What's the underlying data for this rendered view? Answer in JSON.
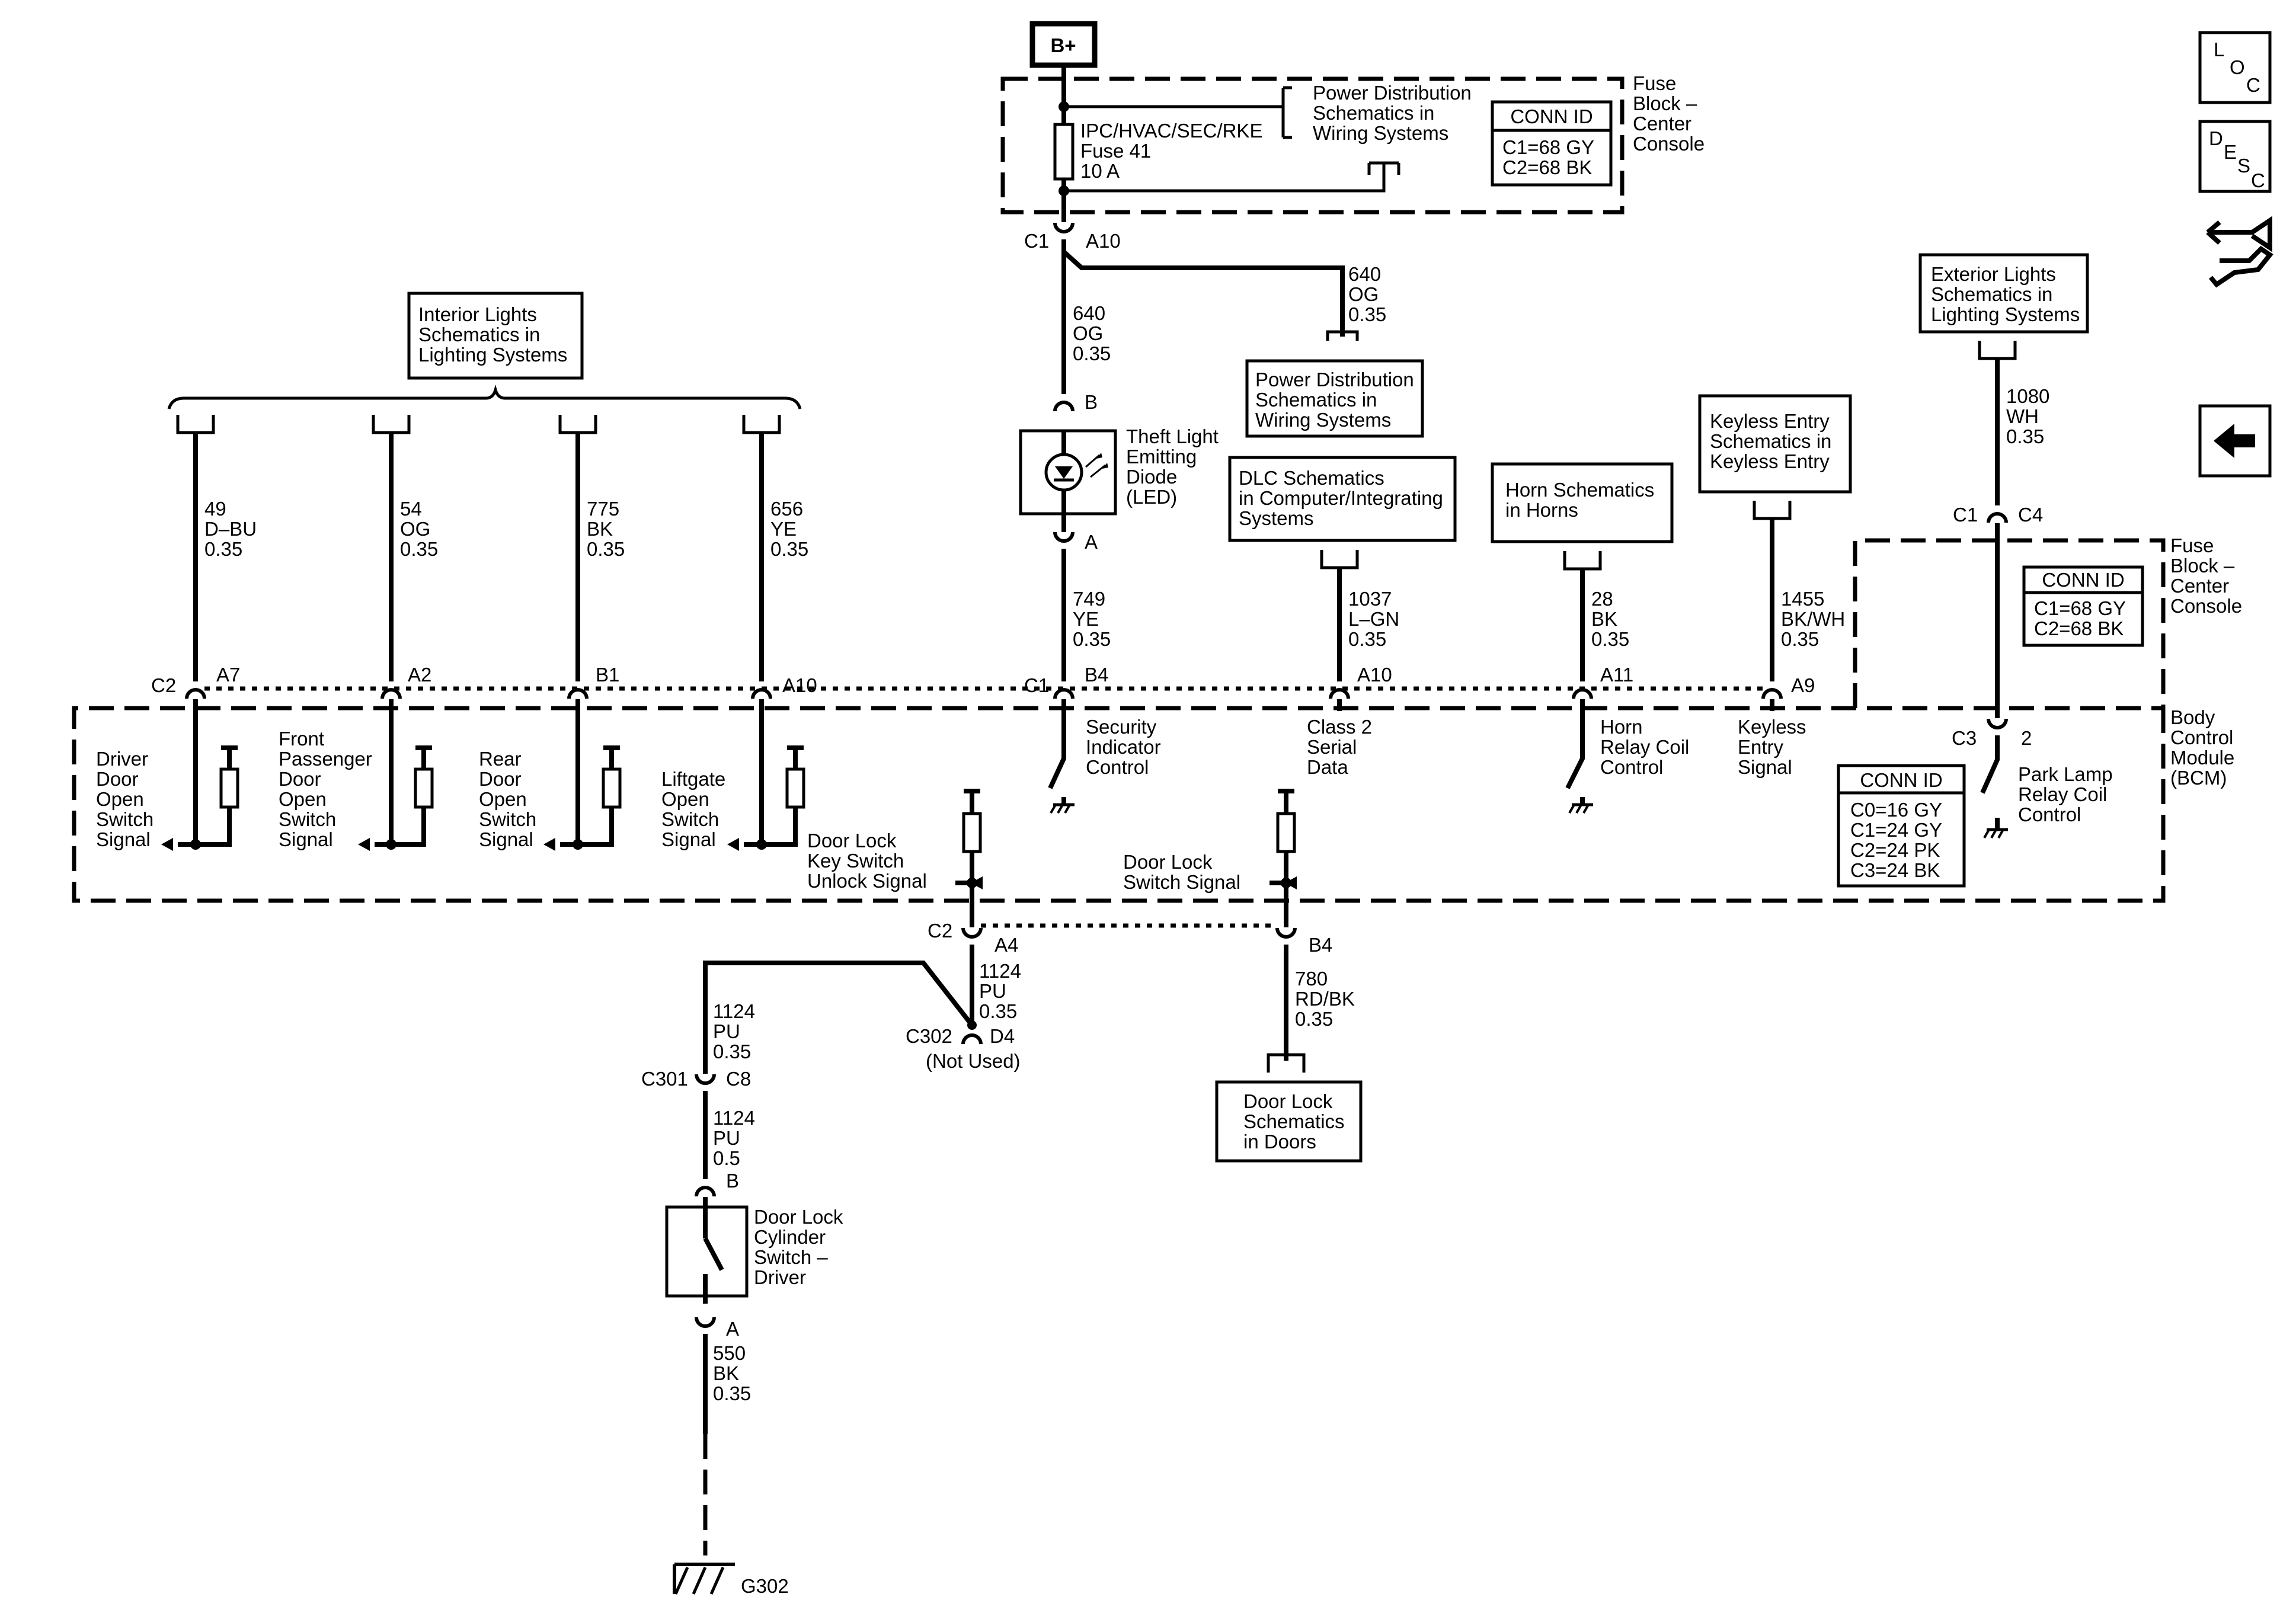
{
  "battery": "B+",
  "nav_icons": {
    "loc_icon": "loc-icon",
    "desc_icon": "desc-icon",
    "connector_icon": "connector-end-view-icon",
    "back_icon": "back-arrow-icon"
  },
  "fuse_block_top": {
    "name": [
      "Fuse",
      "Block –",
      "Center",
      "Console"
    ],
    "fuse": [
      "IPC/HVAC/SEC/RKE",
      "Fuse 41",
      "10 A"
    ],
    "ref": [
      "Power Distribution",
      "Schematics in",
      "Wiring Systems"
    ],
    "conn_title": "CONN ID",
    "conn": [
      "C1=68 GY",
      "C2=68 BK"
    ],
    "c1": "C1",
    "a10": "A10"
  },
  "fuse_block_right": {
    "name": [
      "Fuse",
      "Block –",
      "Center",
      "Console"
    ],
    "conn_title": "CONN ID",
    "conn": [
      "C1=68 GY",
      "C2=68 BK"
    ],
    "c1": "C1",
    "c4": "C4"
  },
  "bcm": {
    "name": [
      "Body",
      "Control",
      "Module",
      "(BCM)"
    ],
    "conn_title": "CONN ID",
    "conn": [
      "C0=16 GY",
      "C1=24 GY",
      "C2=24 PK",
      "C3=24 BK"
    ]
  },
  "refs": {
    "interior": [
      "Interior Lights",
      "Schematics in",
      "Lighting Systems"
    ],
    "power_dist": [
      "Power Distribution",
      "Schematics in",
      "Wiring  Systems"
    ],
    "dlc": [
      "DLC Schematics",
      "in Computer/Integrating",
      "Systems"
    ],
    "horn": [
      "Horn Schematics",
      "in Horns"
    ],
    "keyless": [
      "Keyless Entry",
      "Schematics in",
      "Keyless Entry"
    ],
    "exterior": [
      "Exterior Lights",
      "Schematics in",
      "Lighting Systems"
    ],
    "door_lock": [
      "Door Lock",
      "Schematics",
      "in Doors"
    ]
  },
  "wires": {
    "w49": [
      "49",
      "D–BU",
      "0.35"
    ],
    "w54": [
      "54",
      "OG",
      "0.35"
    ],
    "w775": [
      "775",
      "BK",
      "0.35"
    ],
    "w656": [
      "656",
      "YE",
      "0.35"
    ],
    "w640a": [
      "640",
      "OG",
      "0.35"
    ],
    "w640b": [
      "640",
      "OG",
      "0.35"
    ],
    "w749": [
      "749",
      "YE",
      "0.35"
    ],
    "w1037": [
      "1037",
      "L–GN",
      "0.35"
    ],
    "w28": [
      "28",
      "BK",
      "0.35"
    ],
    "w1455": [
      "1455",
      "BK/WH",
      "0.35"
    ],
    "w1080": [
      "1080",
      "WH",
      "0.35"
    ],
    "w1124a": [
      "1124",
      "PU",
      "0.35"
    ],
    "w1124b": [
      "1124",
      "PU",
      "0.35"
    ],
    "w1124c": [
      "1124",
      "PU",
      "0.5"
    ],
    "w780": [
      "780",
      "RD/BK",
      "0.35"
    ],
    "w550": [
      "550",
      "BK",
      "0.35"
    ]
  },
  "pins": {
    "c2": "C2",
    "a7": "A7",
    "a2": "A2",
    "b1": "B1",
    "a10": "A10",
    "c1": "C1",
    "b4": "B4",
    "a10b": "A10",
    "a11": "A11",
    "a9": "A9",
    "c3": "C3",
    "p2": "2",
    "c2b": "C2",
    "a4": "A4",
    "b4b": "B4",
    "c302": "C302",
    "d4": "D4",
    "not_used": "(Not Used)",
    "c301": "C301",
    "c8": "C8",
    "led_b": "B",
    "led_a": "A",
    "sw_b": "B",
    "sw_a": "A",
    "g302": "G302"
  },
  "led": [
    "Theft Light",
    "Emitting",
    "Diode",
    "(LED)"
  ],
  "door_lock_cyl": [
    "Door Lock",
    "Cylinder",
    "Switch –",
    "Driver"
  ],
  "signals": {
    "driver_door": [
      "Driver",
      "Door",
      "Open",
      "Switch",
      "Signal"
    ],
    "front_pass": [
      "Front",
      "Passenger",
      "Door",
      "Open",
      "Switch",
      "Signal"
    ],
    "rear_door": [
      "Rear",
      "Door",
      "Open",
      "Switch",
      "Signal"
    ],
    "liftgate": [
      "Liftgate",
      "Open",
      "Switch",
      "Signal"
    ],
    "door_lock_key": [
      "Door Lock",
      "Key Switch",
      "Unlock Signal"
    ],
    "door_lock_sw": [
      "Door Lock",
      "Switch Signal"
    ],
    "security": [
      "Security",
      "Indicator",
      "Control"
    ],
    "class2": [
      "Class 2",
      "Serial",
      "Data"
    ],
    "horn_relay": [
      "Horn",
      "Relay Coil",
      "Control"
    ],
    "keyless_sig": [
      "Keyless",
      "Entry",
      "Signal"
    ],
    "park_lamp": [
      "Park Lamp",
      "Relay Coil",
      "Control"
    ]
  }
}
